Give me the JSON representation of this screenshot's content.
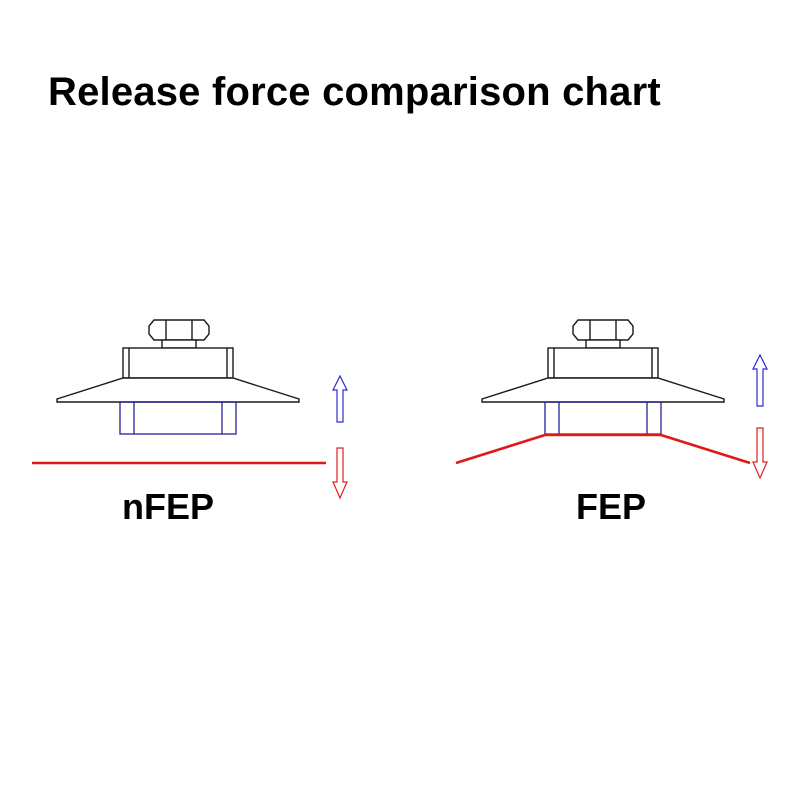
{
  "title": "Release force comparison chart",
  "panels": [
    {
      "label": "nFEP"
    },
    {
      "label": "FEP"
    }
  ],
  "colors": {
    "outline": "#1a1a1a",
    "platform": "#22229a",
    "film": "#e01818",
    "up_arrow": "#2b2bd6",
    "down_arrow": "#e02020"
  }
}
